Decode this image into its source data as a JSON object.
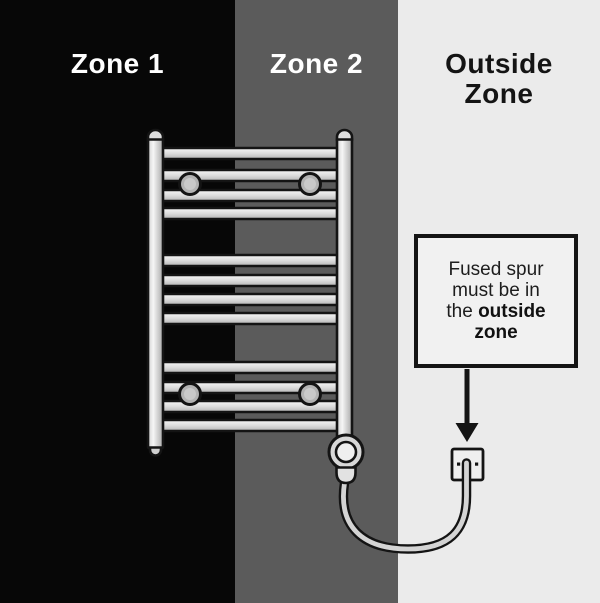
{
  "zones": {
    "zone1": {
      "label": "Zone 1",
      "bg": "#070707",
      "color": "#ffffff"
    },
    "zone2": {
      "label": "Zone 2",
      "bg": "#5b5b5b",
      "color": "#ffffff"
    },
    "outside": {
      "label": "Outside\nZone",
      "bg": "#ebebeb",
      "color": "#141414"
    }
  },
  "note": {
    "line1": "Fused spur",
    "line2": "must be in",
    "line3_regular": "the",
    "line3_bold": "outside",
    "line4_bold": "zone"
  },
  "icons": {
    "radiator": "towel-radiator",
    "brackets": "wall-bracket",
    "element": "heating-element",
    "cable": "power-cable",
    "socket": "fused-spur-socket",
    "arrow": "down-arrow"
  },
  "colors": {
    "outline": "#141414",
    "metal_light": "#f6f6f6",
    "metal_mid": "#d9d9d9",
    "metal_dark": "#aaaaaa",
    "note_box_bg": "#f1f1f1",
    "cable_core": "#d4d4d4"
  }
}
